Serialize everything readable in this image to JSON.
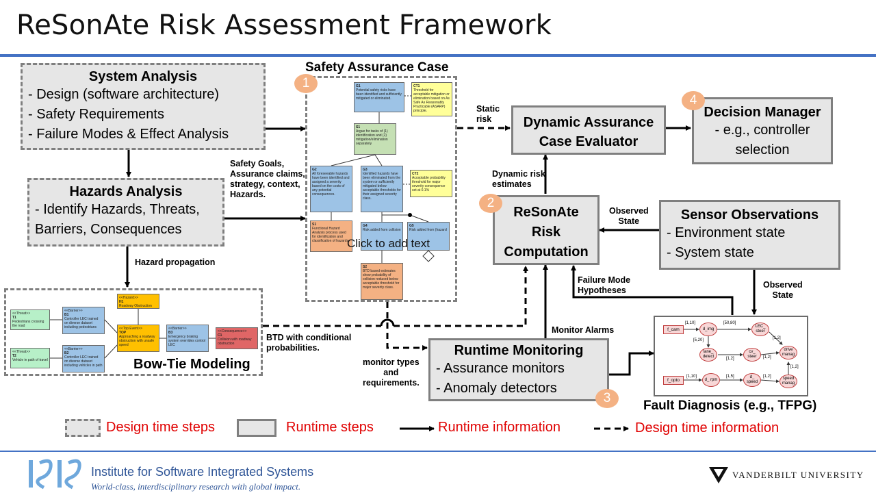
{
  "title": "ReSonAte Risk Assessment Framework",
  "system_analysis": {
    "heading": "System Analysis",
    "items": [
      "- Design (software architecture)",
      "- Safety Requirements",
      "- Failure Modes & Effect Analysis"
    ]
  },
  "hazards_analysis": {
    "heading": "Hazards Analysis",
    "items": [
      "- Identify Hazards, Threats,",
      "Barriers, Consequences"
    ]
  },
  "safety_case": {
    "heading": "Safety Assurance Case",
    "placeholder": "Click to add text",
    "nodes": {
      "g1_id": "G1",
      "g1": "Potential safety risks have been identified and sufficiently mitigated or eliminated.",
      "ct1_id": "CT1",
      "ct1": "Threshold for acceptable mitigation or elimination based on As Safe As Reasonably Practicable (ASARP) principle.",
      "s1_id": "S1",
      "s1": "Argue for tasks of (1) identification and (2) mitigation/elimination separately",
      "g2_id": "G2",
      "g2": "All foreseeable hazards have been identified and assigned a severity based on the costs of any potential consequences.",
      "g3_id": "G3",
      "g3": "Identified hazards have been eliminated from the system or sufficiently mitigated below acceptable thresholds for their assigned severity class.",
      "ct2_id": "CT2",
      "ct2": "Acceptable probability threshold for major severity consequence set at 0.1%",
      "sn1_id": "S1",
      "sn1": "Functional Hazard Analysis process used for identification and classification of hazards.",
      "g4_id": "G4",
      "g4": "Risk added from collision",
      "g5_id": "G5",
      "g5": "Risk added from (hazard",
      "s2_id": "S2",
      "s2": "BTD based estimates show probability of collision reduced below acceptable threshold for major severity class."
    }
  },
  "bowtie": {
    "heading": "Bow-Tie Modeling",
    "hazard_tag": "<<Hazard>>",
    "hazard_id": "H1",
    "hazard": "Roadway Obstruction",
    "threat_tag": "<<Threat>>",
    "t1_id": "T1",
    "t1": "Pedestrians crossing the road",
    "t2_id": "T2",
    "t2": "Vehicle in path of travel",
    "barrier_tag": "<<Barrier>>",
    "b1_id": "B1",
    "b1": "Controller LEC trained on diverse dataset including pedestrians",
    "b2_id": "B2",
    "b2": "Controller LEC trained on diverse dataset including vehicles in path",
    "b3_id": "B3",
    "b3": "Emergency braking system overrides control LEC",
    "event_tag": "<<Top Event>>",
    "event_id": "TOP",
    "event": "Approaching a roadway obstruction with unsafe speed",
    "consequence_tag": "<<Consequence>>",
    "c1_id": "C1",
    "c1": "Collision with roadway obstruction"
  },
  "dace": {
    "line1": "Dynamic Assurance",
    "line2": "Case Evaluator"
  },
  "decision_manager": {
    "heading": "Decision Manager",
    "line1": "- e.g., controller",
    "line2": "selection"
  },
  "resonate": {
    "line1": "ReSonAte",
    "line2": "Risk",
    "line3": "Computation"
  },
  "sensor": {
    "heading": "Sensor Observations",
    "items": [
      "- Environment state",
      "- System state"
    ]
  },
  "runtime_monitoring": {
    "heading": "Runtime Monitoring",
    "items": [
      "- Assurance monitors",
      "- Anomaly detectors"
    ]
  },
  "fault_diagnosis": {
    "caption": "Fault Diagnosis (e.g., TFPG)",
    "nodes": [
      "f_cam",
      "d_img",
      "LEC_ steer",
      "lane_ detect",
      "cv_ steer",
      "drive manag",
      "f_opto",
      "d_ rpm",
      "d_ speed",
      "speed manag"
    ],
    "edges": [
      "[1,10]",
      "[50,80]",
      "[5,20]",
      "[1,2]",
      "[1,2]",
      "[1,2]",
      "[1,10]",
      "[1,5]",
      "[1,2]",
      "[1,2]"
    ]
  },
  "badges": [
    "1",
    "2",
    "3",
    "4"
  ],
  "labels": {
    "static_risk": [
      "Static",
      "risk"
    ],
    "dynamic_risk": [
      "Dynamic risk",
      "estimates"
    ],
    "safety_goals": [
      "Safety Goals,",
      "Assurance claims,",
      "strategy, context,",
      "Hazards."
    ],
    "hazard_propagation": "Hazard propagation",
    "observed_state_1": [
      "Observed",
      "State"
    ],
    "observed_state_2": [
      "Observed",
      "State"
    ],
    "failure_mode": [
      "Failure Mode",
      "Hypotheses"
    ],
    "monitor_alarms": "Monitor Alarms",
    "btd": [
      "BTD with conditional",
      "probabilities."
    ],
    "monitor_types": [
      "monitor types",
      "and",
      "requirements."
    ]
  },
  "legend": {
    "design_steps": "Design time steps",
    "runtime_steps": "Runtime steps",
    "runtime_info": "Runtime information",
    "design_info": "Design time information"
  },
  "footer": {
    "org_line1": "Institute for Software Integrated Systems",
    "org_line2": "World-class, interdisciplinary research with global impact.",
    "university": "VANDERBILT UNIVERSITY"
  }
}
